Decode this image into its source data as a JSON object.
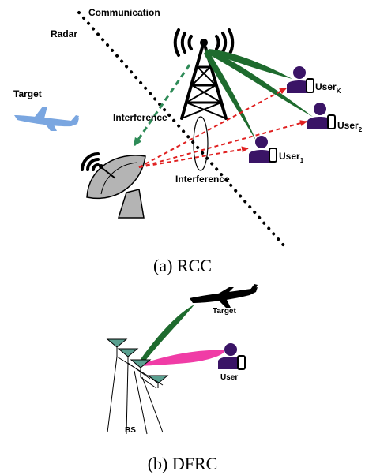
{
  "panel_a": {
    "caption": "(a) RCC",
    "label_communication": "Communication",
    "label_radar": "Radar",
    "label_target": "Target",
    "label_interference_top": "Interference",
    "label_interference_bottom": "Interference",
    "user_k": {
      "base": "User",
      "sub": "K"
    },
    "user_2": {
      "base": "User",
      "sub": "2"
    },
    "user_1": {
      "base": "User",
      "sub": "1"
    }
  },
  "panel_b": {
    "caption": "(b) DFRC",
    "label_target": "Target",
    "label_user": "User",
    "label_bs": "BS"
  },
  "colors": {
    "beam_green": "#1e6b2e",
    "dashed_green": "#2e8b57",
    "dashed_red": "#e02020",
    "plane_blue": "#7aa6e0",
    "user_purple": "#3a1466",
    "dish_gray": "#b4b4b4",
    "beam_pink": "#f03ca6",
    "antenna_teal": "#5aa090"
  }
}
